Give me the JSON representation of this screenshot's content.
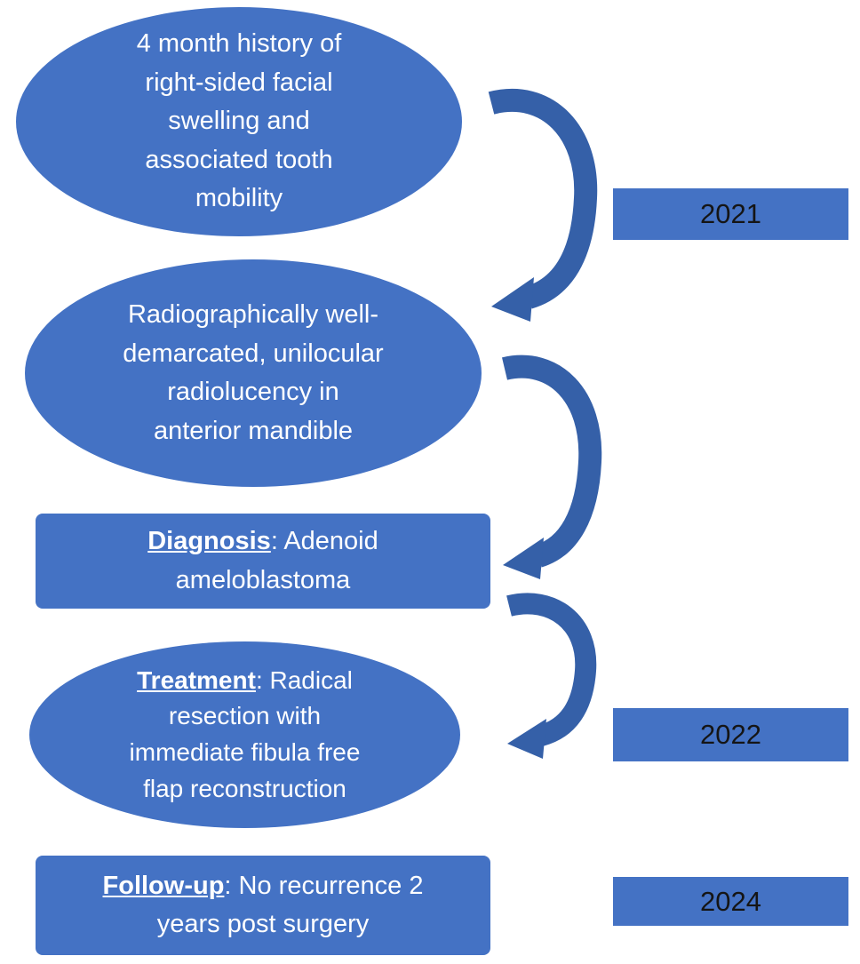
{
  "colors": {
    "shape_fill": "#4472C4",
    "shape_text": "#FFFFFF",
    "arrow": "#3560A8",
    "year_text": "#151515"
  },
  "nodes": [
    {
      "id": "history",
      "shape": "ellipse",
      "text": "4 month history of\nright-sided facial\nswelling and\nassociated tooth\nmobility"
    },
    {
      "id": "radiology",
      "shape": "ellipse",
      "text": "Radiographically well-\ndemarcated, unilocular\nradiolucency in\nanterior mandible"
    },
    {
      "id": "diagnosis",
      "shape": "rect",
      "label": "Diagnosis",
      "rest": ": Adenoid\nameloblastoma"
    },
    {
      "id": "treatment",
      "shape": "ellipse",
      "label": "Treatment",
      "rest": ": Radical\nresection with\nimmediate fibula free\nflap reconstruction"
    },
    {
      "id": "followup",
      "shape": "rect",
      "label": "Follow-up",
      "rest": ": No recurrence 2\nyears post surgery"
    }
  ],
  "years": [
    {
      "label": "2021"
    },
    {
      "label": "2022"
    },
    {
      "label": "2024"
    }
  ]
}
